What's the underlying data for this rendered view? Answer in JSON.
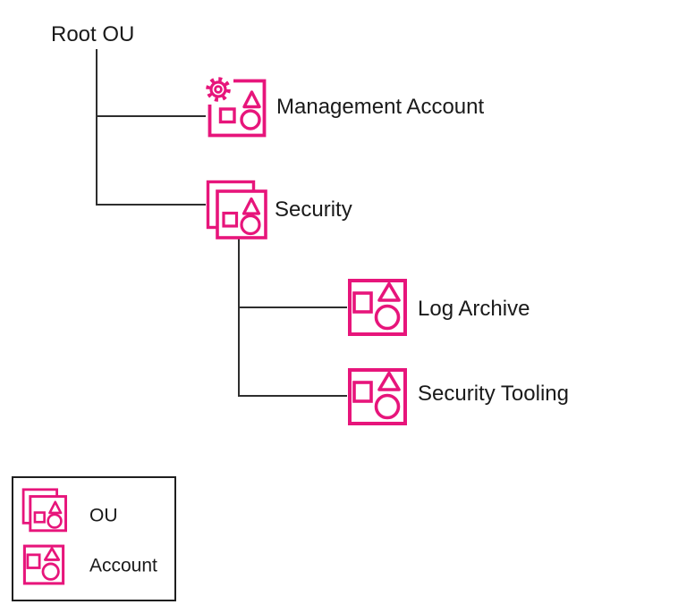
{
  "diagram": {
    "root_label": "Root OU",
    "nodes": [
      {
        "id": "management-account",
        "label": "Management Account",
        "type": "account",
        "variant": "management"
      },
      {
        "id": "security",
        "label": "Security",
        "type": "ou"
      },
      {
        "id": "log-archive",
        "label": "Log Archive",
        "type": "account",
        "parent": "security"
      },
      {
        "id": "security-tooling",
        "label": "Security Tooling",
        "type": "account",
        "parent": "security"
      }
    ]
  },
  "legend": {
    "items": [
      {
        "icon": "ou-icon",
        "label": "OU"
      },
      {
        "icon": "account-icon",
        "label": "Account"
      }
    ]
  },
  "colors": {
    "icon_pink": "#E7157B",
    "line": "#2e2e2e",
    "text": "#1a1a1a",
    "legend_border": "#1f1f1f"
  }
}
